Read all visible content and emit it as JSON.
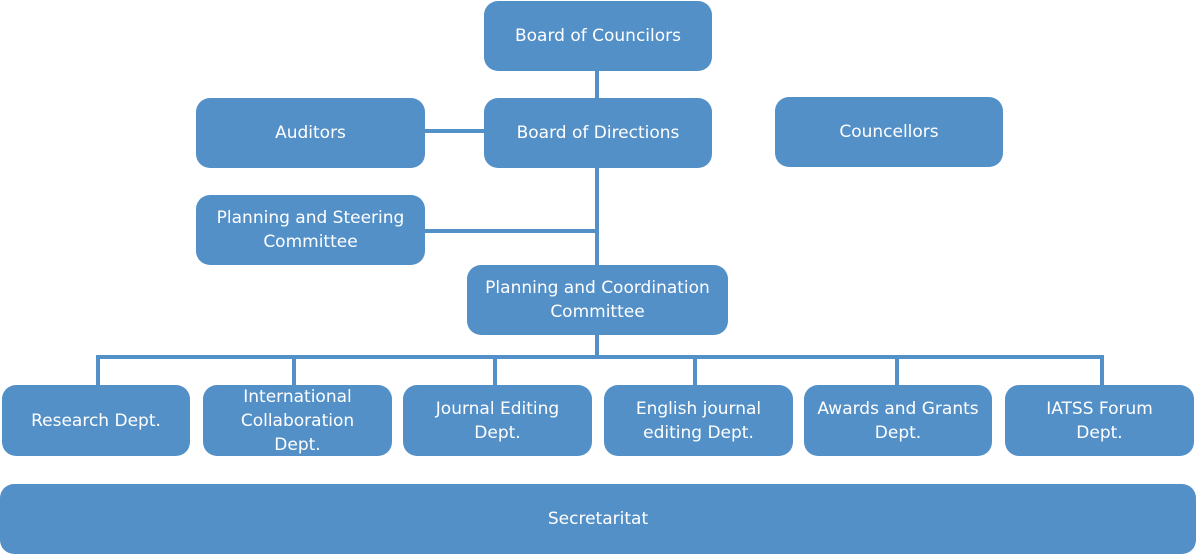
{
  "top": {
    "councilors": "Board of Councilors",
    "auditors": "Auditors",
    "directions": "Board of Directions",
    "councellors": "Councellors"
  },
  "middle": {
    "steering": "Planning and Steering Committee",
    "coordination": "Planning and Coordination Committee"
  },
  "departments": [
    "Research Dept.",
    "International Collaboration Dept.",
    "Journal Editing Dept.",
    "English journal editing Dept.",
    "Awards and Grants Dept.",
    "IATSS Forum Dept."
  ],
  "bottom": {
    "secretariat": "Secretaritat"
  },
  "colors": {
    "box": "#5490c8",
    "text": "#ffffff"
  }
}
